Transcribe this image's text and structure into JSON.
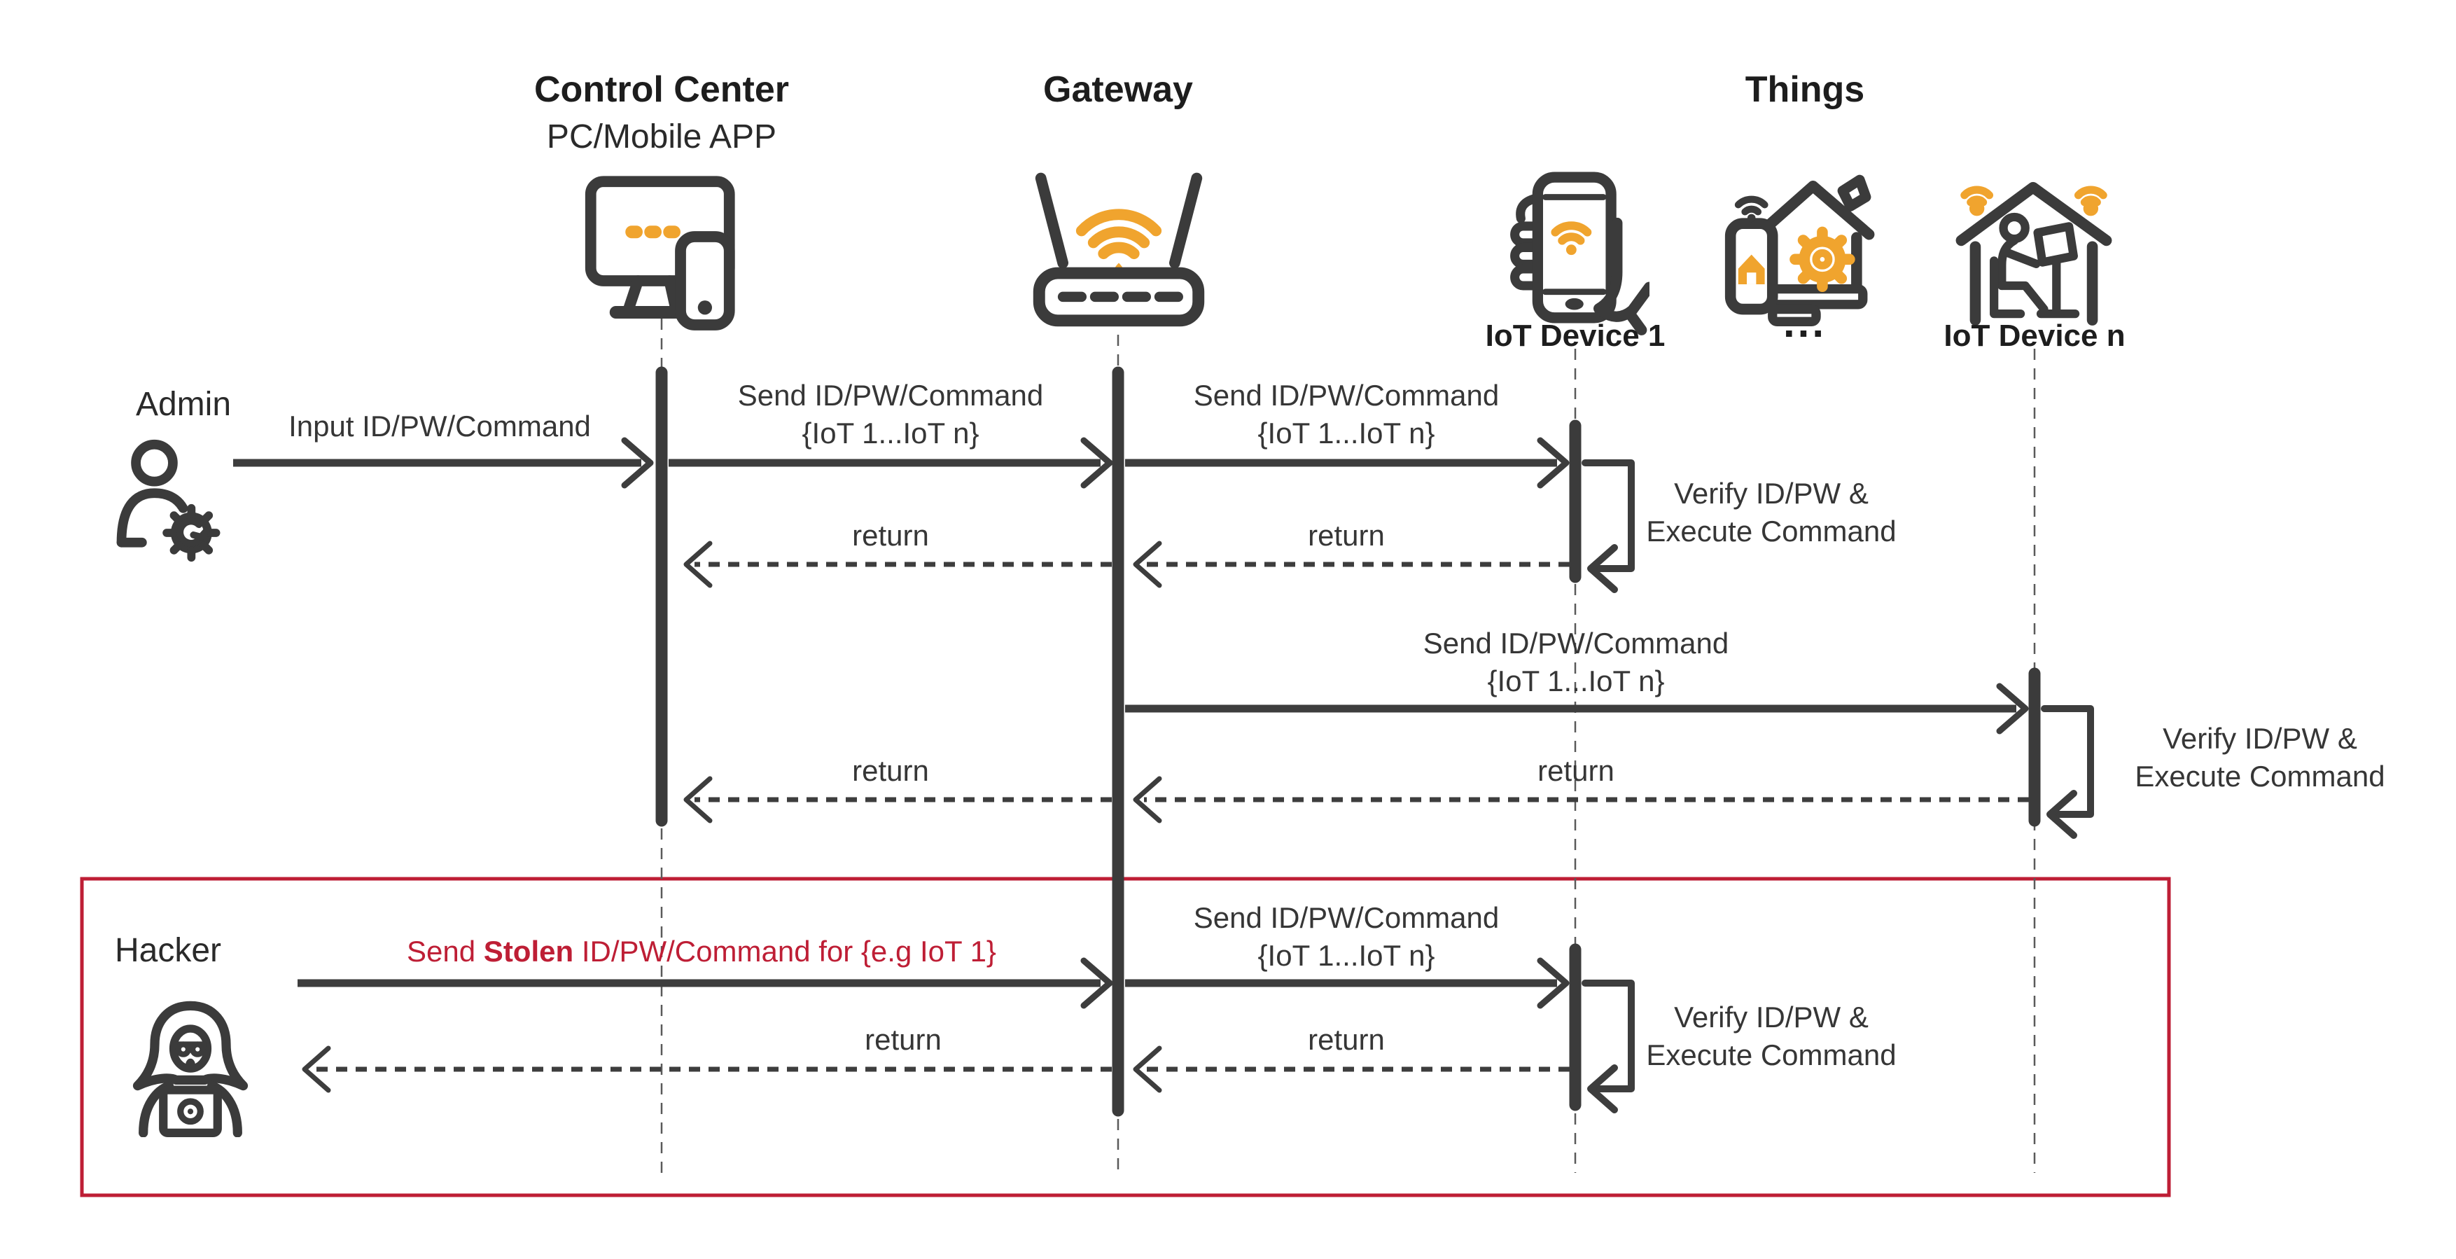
{
  "palette": {
    "dark": "#3d3d3d",
    "yellow": "#f0a42e",
    "red": "#be1e35",
    "background": "#ffffff"
  },
  "headers": {
    "control_center": "Control Center",
    "control_center_sub": "PC/Mobile APP",
    "gateway": "Gateway",
    "things": "Things"
  },
  "devices": {
    "iot1": "IoT Device 1",
    "dots": "...",
    "iotn": "IoT Device n"
  },
  "actors": {
    "admin": "Admin",
    "hacker": "Hacker"
  },
  "messages": {
    "input_cmd": "Input ID/PW/Command",
    "send_line1": "Send ID/PW/Command",
    "send_line2": "{IoT 1...IoT n}",
    "return_label": "return",
    "verify_line1": "Verify ID/PW &",
    "verify_line2": "Execute Command"
  },
  "hacker_message": {
    "prefix": "Send ",
    "bold": "Stolen",
    "suffix": " ID/PW/Command for {e.g IoT 1}"
  },
  "icons": [
    "pc-mobile-icon",
    "router-wifi-icon",
    "hand-phone-wifi-icon",
    "smart-home-gear-icon",
    "house-person-laptop-icon",
    "admin-gear-icon",
    "hacker-laptop-icon"
  ]
}
